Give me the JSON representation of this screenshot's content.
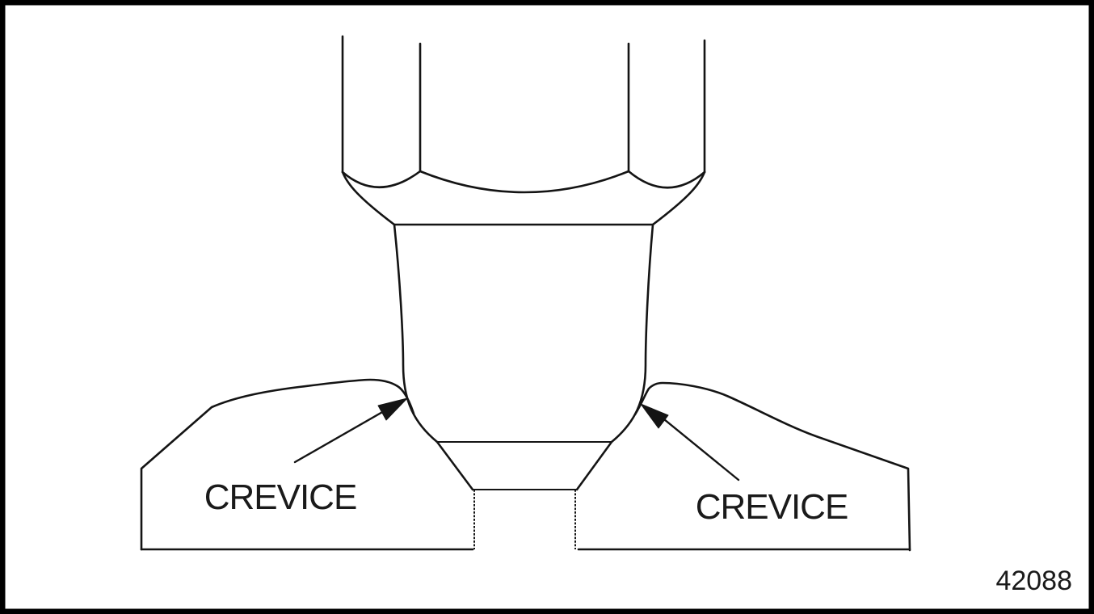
{
  "figure": {
    "type": "technical-line-drawing",
    "subject": "spark-plug-seated-in-cylinder-head-cross-section",
    "labels": {
      "crevice_left": "CREVICE",
      "crevice_right": "CREVICE"
    },
    "figure_number": "42088",
    "colors": {
      "line": "#141414",
      "background": "#ffffff",
      "border": "#000000"
    }
  }
}
